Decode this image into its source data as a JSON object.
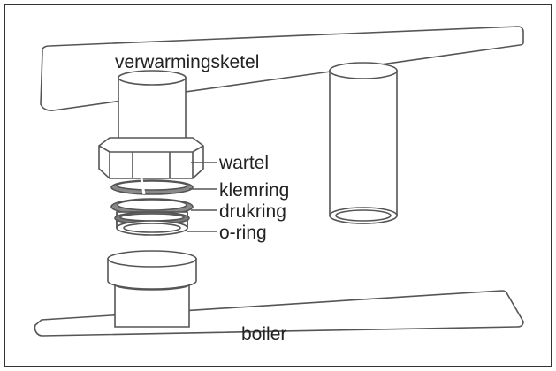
{
  "labels": {
    "top": "verwarmingsketel",
    "bottom": "boiler",
    "nut": "wartel",
    "clamp_ring": "klemring",
    "pressure_ring": "drukring",
    "o_ring": "o-ring"
  },
  "colors": {
    "stroke": "#555555",
    "ring_fill": "#8a8a8a",
    "text": "#222222",
    "border": "#333333"
  }
}
